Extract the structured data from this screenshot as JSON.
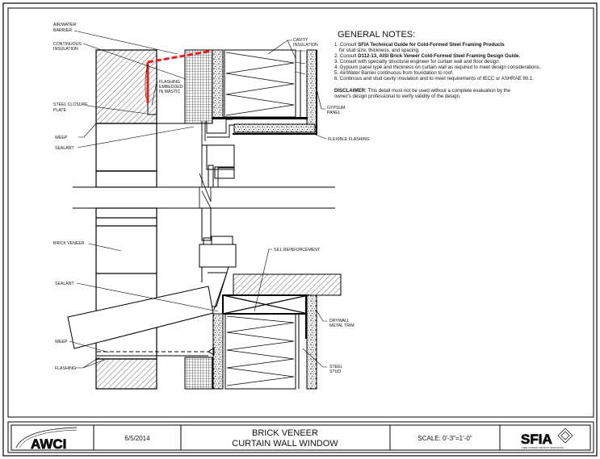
{
  "drawing": {
    "labels": {
      "air_water_barrier": [
        "AIR/WATER",
        "BARRIER"
      ],
      "continuous_insulation": [
        "CONTINUOUS",
        "INSULATION"
      ],
      "flashing_mastic": [
        "FLASHING",
        "EMBEDDED",
        "IN MASTIC"
      ],
      "steel_closure_plate": [
        "STEEL CLOSURE",
        "PLATE"
      ],
      "weep_top": "WEEP",
      "sealant_top": "SEALANT",
      "cavity_insulation": [
        "CAVITY",
        "INSULATION"
      ],
      "gypsum_panel": [
        "GYPSUM",
        "PANEL"
      ],
      "flexible_flashing": "FLEXIBLE FLASHING",
      "brick_veneer": "BRICK VENEER",
      "sill_reinforcement": "SILL REINFORCEMENT",
      "sealant_bottom": "SEALANT",
      "drywall_metal_trim": [
        "DRYWALL",
        "METAL TRIM"
      ],
      "weep_bottom": "WEEP",
      "flashing_bottom": "FLASHING",
      "steel_stud": [
        "STEEL",
        "STUD"
      ]
    },
    "colors": {
      "air_water_barrier": "#e8201c",
      "lines": "#000000"
    }
  },
  "notes": {
    "heading": "GENERAL NOTES:",
    "items": [
      {
        "n": "1.",
        "pre": "Consult ",
        "bold": "SFIA Technical Guide for Cold-Formed Steel Framing Products",
        "post": ""
      },
      {
        "n": "",
        "pre": "for stud size, thickness, and spacing.",
        "bold": "",
        "post": ""
      },
      {
        "n": "2.",
        "pre": "Consult ",
        "bold": "D112-13, AISI Brick Veneer Cold-Formed Steel Framing Design Guide.",
        "post": ""
      },
      {
        "n": "3.",
        "pre": "Consult with specialty structural engineer for curtain wall and floor design.",
        "bold": "",
        "post": ""
      },
      {
        "n": "4.",
        "pre": "Gypsum panel type and thickness on curtain wall as required to meet design considerations.",
        "bold": "",
        "post": ""
      },
      {
        "n": "5.",
        "pre": "Air/Water Barrier continuous from foundation to roof.",
        "bold": "",
        "post": ""
      },
      {
        "n": "6.",
        "pre": "Continous and stud cavity insulation and to meet requirements of IECC or ASHRAE 90.1.",
        "bold": "",
        "post": ""
      }
    ],
    "disclaimer_label": "DISCLAIMER:",
    "disclaimer_line1": "This detail must not be used without a complete evaluation by the",
    "disclaimer_line2": "owner's design professional to verify validity of the design."
  },
  "title_block": {
    "left_logo": "AWCI",
    "date": "6/5/2014",
    "title_line1": "BRICK VENEER",
    "title_line2": "CURTAIN WALL WINDOW",
    "scale": "SCALE: 0'-3\"=1'-0\"",
    "right_logo": "SFIA",
    "right_logo_sub": "STEEL FRAMING INDUSTRY ASSOCIATION"
  }
}
